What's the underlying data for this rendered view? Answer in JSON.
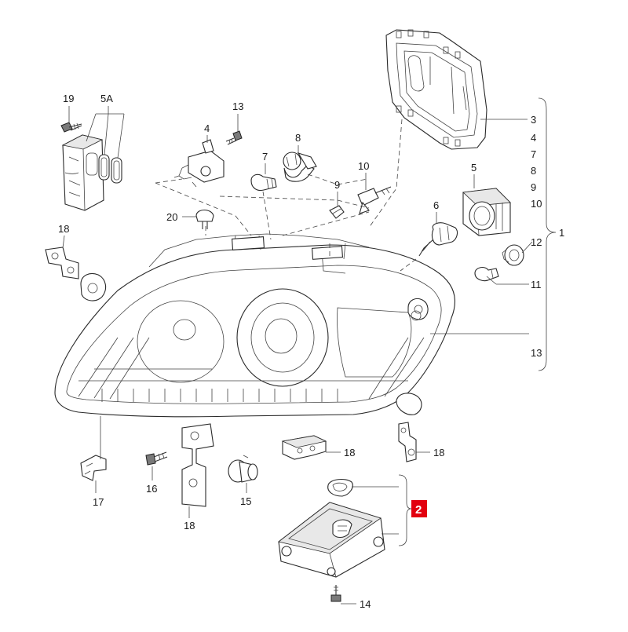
{
  "colors": {
    "line": "#333333",
    "highlight": "#e2000f",
    "highlight_text": "#ffffff"
  },
  "labels": {
    "l19": "19",
    "l5a": "5A",
    "l13_top": "13",
    "l4": "4",
    "l8": "8",
    "l7": "7",
    "l10": "10",
    "l9": "9",
    "l5": "5",
    "l20": "20",
    "l6": "6",
    "l18_left": "18",
    "l12": "12",
    "l11": "11",
    "l13_right": "13",
    "l3": "3",
    "g4": "4",
    "g7": "7",
    "g8": "8",
    "g9": "9",
    "g10": "10",
    "l1": "1",
    "l17": "17",
    "l16": "16",
    "l15": "15",
    "l18_bottom": "18",
    "l18_mid": "18",
    "l18_right": "18",
    "l14": "14",
    "l2": "2"
  },
  "highlight": {
    "label": "2"
  }
}
